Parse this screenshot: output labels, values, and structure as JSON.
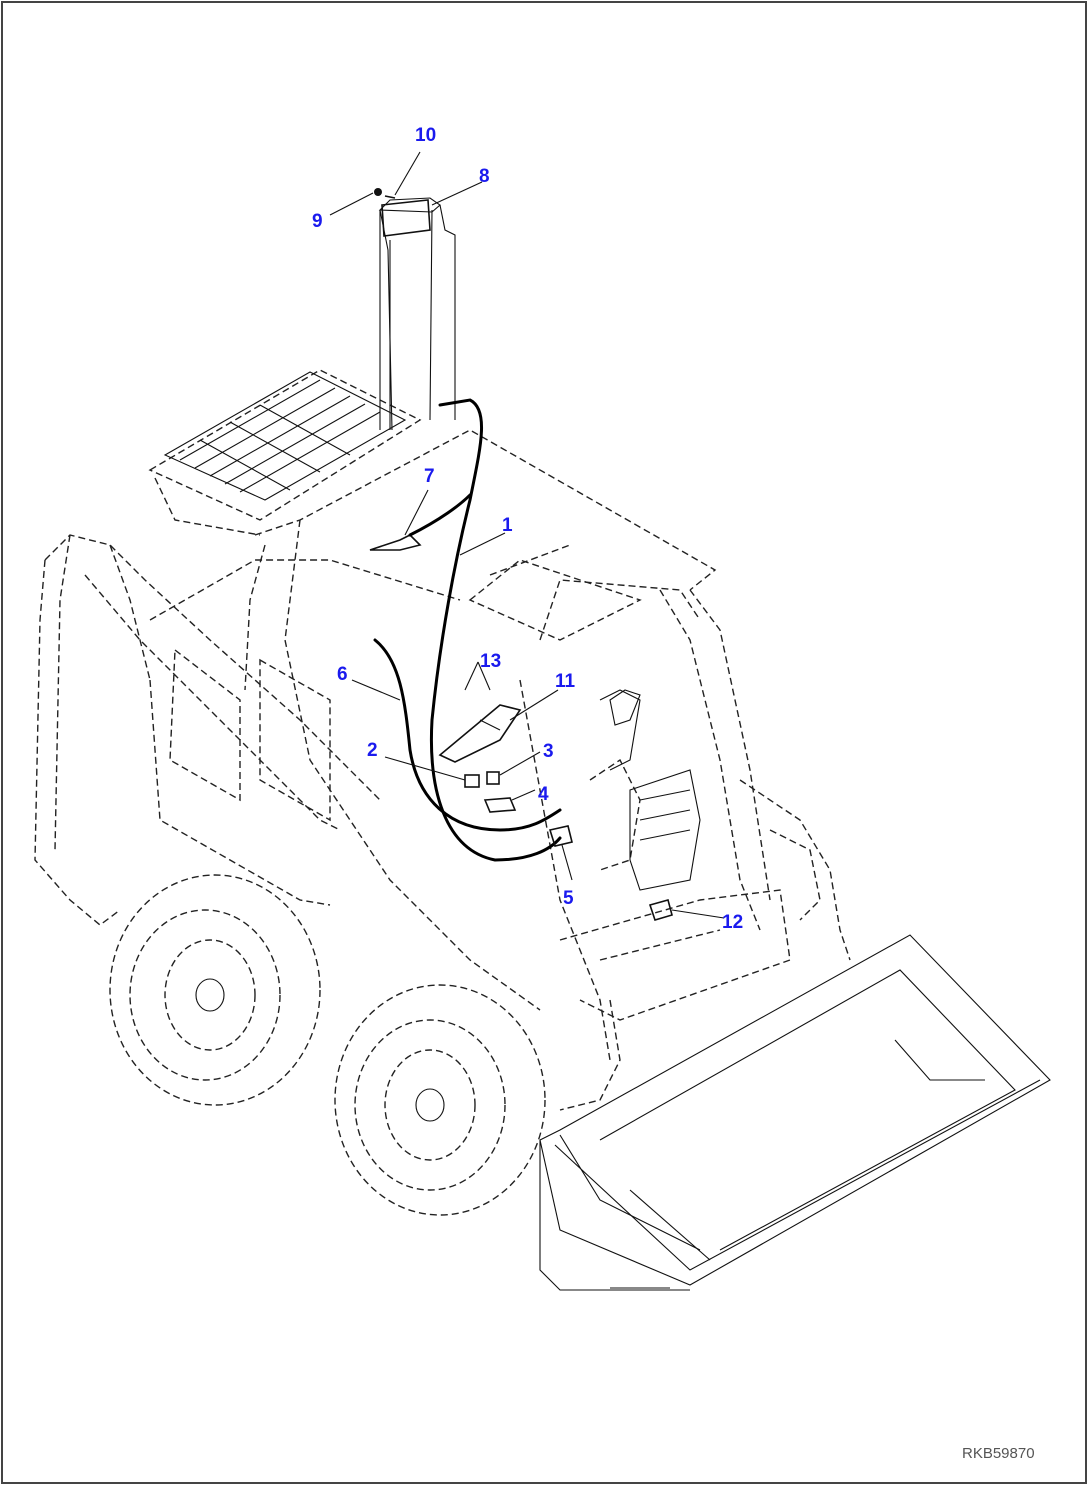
{
  "diagram": {
    "callouts": [
      {
        "id": "c1",
        "text": "1"
      },
      {
        "id": "c2",
        "text": "2"
      },
      {
        "id": "c3",
        "text": "3"
      },
      {
        "id": "c4",
        "text": "4"
      },
      {
        "id": "c5",
        "text": "5"
      },
      {
        "id": "c6",
        "text": "6"
      },
      {
        "id": "c7",
        "text": "7"
      },
      {
        "id": "c8",
        "text": "8"
      },
      {
        "id": "c9",
        "text": "9"
      },
      {
        "id": "c10",
        "text": "10"
      },
      {
        "id": "c11",
        "text": "11"
      },
      {
        "id": "c12",
        "text": "12"
      },
      {
        "id": "c13",
        "text": "13"
      }
    ],
    "document_id": "RKB59870",
    "colors": {
      "callout": "#1a1aee",
      "line": "#111111",
      "background": "#ffffff"
    }
  }
}
